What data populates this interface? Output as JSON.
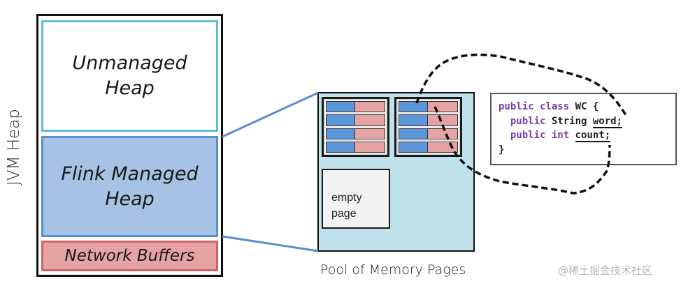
{
  "jvm_heap": {
    "label": "JVM Heap",
    "regions": [
      {
        "id": "unmanaged",
        "line1": "Unmanaged",
        "line2": "Heap"
      },
      {
        "id": "managed",
        "line1": "Flink Managed",
        "line2": "Heap"
      },
      {
        "id": "network",
        "line1": "Network Buffers"
      }
    ]
  },
  "pool": {
    "label": "Pool of Memory Pages",
    "pages_with_records": 2,
    "records_per_page": 4,
    "empty_page": {
      "line1": "empty",
      "line2": "page"
    }
  },
  "code": {
    "line1": {
      "kw1": "public",
      "kw2": "class",
      "rest": " WC {"
    },
    "line2": {
      "kw1": "public",
      "type": " String ",
      "field": "word;"
    },
    "line3": {
      "kw1": "public",
      "kw2": "int",
      "field": "count;"
    },
    "line4": "}"
  },
  "colors": {
    "unmanaged_border": "#5cbdd3",
    "managed_fill": "#a6c2e4",
    "managed_border": "#5b8fcf",
    "network_fill": "#e6a3a3",
    "network_border": "#d06464",
    "pool_fill": "#bfe1e9",
    "key_blue": "#5a96d8",
    "value_pink": "#e6a3a3",
    "keyword_purple": "#7b3fa8"
  },
  "watermark": "@稀土掘金技术社区"
}
